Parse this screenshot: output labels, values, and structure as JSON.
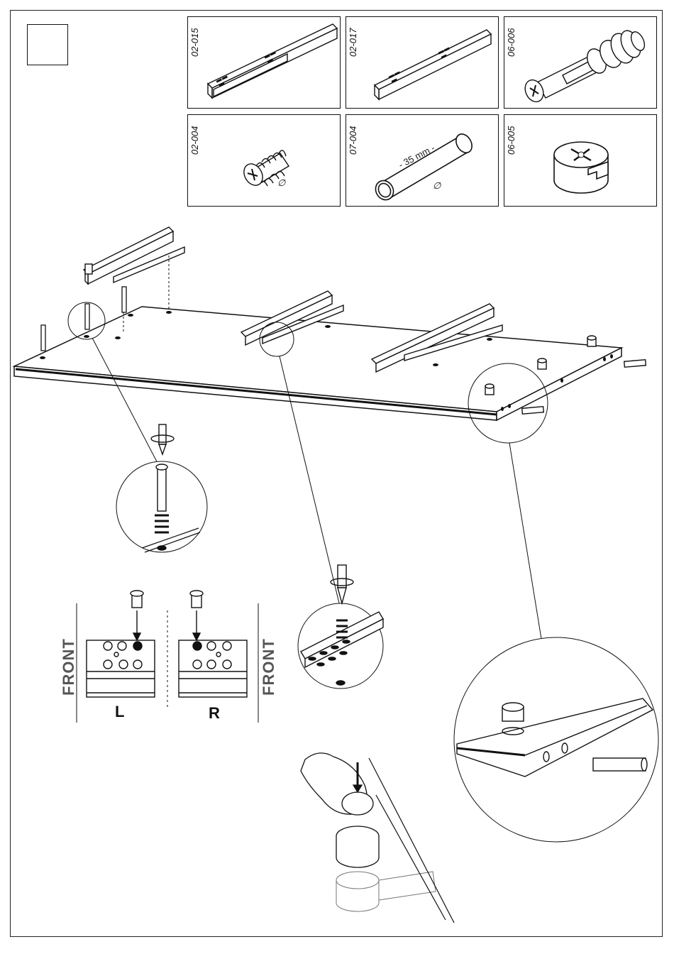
{
  "step": {
    "number": ""
  },
  "parts": [
    {
      "code": "02-015",
      "icon": "drawer-rail-left-icon"
    },
    {
      "code": "02-017",
      "icon": "drawer-rail-right-icon"
    },
    {
      "code": "06-006",
      "icon": "cam-bolt-icon"
    },
    {
      "code": "02-004",
      "icon": "euro-screw-icon",
      "symbol": "∅"
    },
    {
      "code": "07-004",
      "icon": "wooden-dowel-icon",
      "dimension": "- 35 mm -",
      "symbol": "∅"
    },
    {
      "code": "06-005",
      "icon": "cam-lock-icon"
    }
  ],
  "orientation": {
    "front_left": "FRONT",
    "front_right": "FRONT",
    "left": "L",
    "right": "R"
  }
}
